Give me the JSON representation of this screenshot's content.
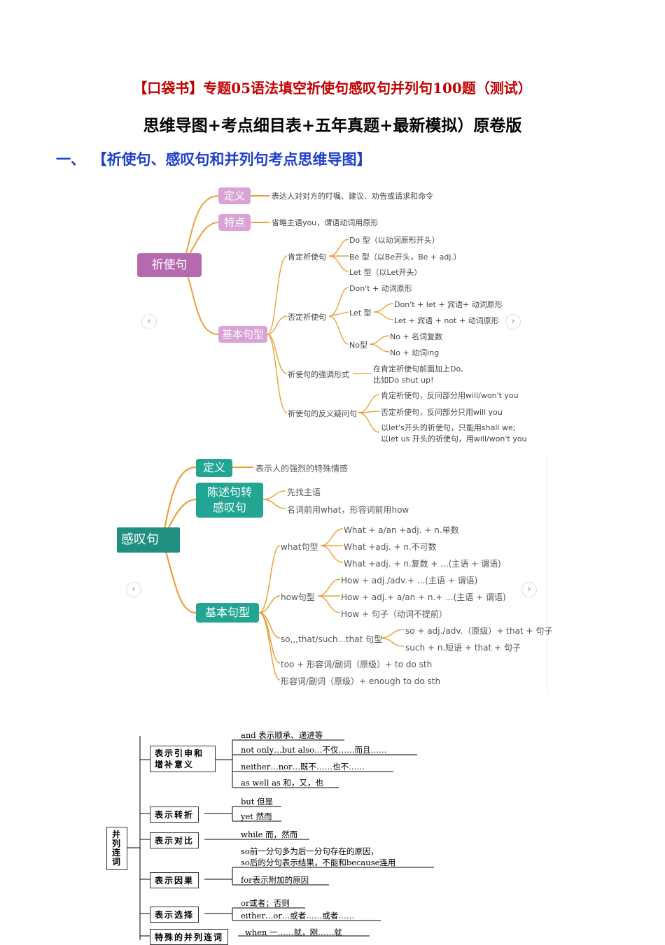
{
  "header": {
    "title_line1": "【口袋书】专题05语法填空祈使句感叹句并列句100题（测试）",
    "title_line2": "思维导图+考点细目表+五年真题+最新模拟）原卷版",
    "section_num": "一、",
    "section_title": "【祈使句、感叹句和并列句考点思维导图】"
  },
  "map1": {
    "root": "祈使句",
    "def_tag": "定义",
    "def_text": "表达人对对方的叮嘱、建议、劝告或请求和命令",
    "feat_tag": "特点",
    "feat_text": "省略主语you，谓语动词用原形",
    "basic_tag": "基本句型",
    "positive": "肯定祈使句",
    "pos_items": [
      "Do 型（以动词原形开头）",
      "Be 型（以Be开头，Be + adj.）",
      "Let 型（以Let开头）"
    ],
    "negative": "否定祈使句",
    "neg_dont": "Don't + 动词原形",
    "neg_let": "Let 型",
    "neg_let_items": [
      "Don't + let + 宾语+ 动词原形",
      "Let + 宾语 + not + 动词原形"
    ],
    "neg_no": "No型",
    "neg_no_items": [
      "No + 名词复数",
      "No + 动词ing"
    ],
    "emph": "祈使句的强调形式",
    "emph_text1": "在肯定祈使句前面加上Do,",
    "emph_text2": "比如Do shut up!",
    "tag": "祈使句的反义疑问句",
    "tag_items": [
      "肯定祈使句，反问部分用will/won't you",
      "否定祈使句，反问部分只用will you",
      "以let's开头的祈使句，只能用shall we;",
      "以let us 开头的祈使句，用will/won't you"
    ],
    "nav_left": "‹",
    "nav_right": "›"
  },
  "map2": {
    "root": "感叹句",
    "def_tag": "定义",
    "def_text": "表示人的强烈的特殊情感",
    "conv_tag1": "陈述句转",
    "conv_tag2": "感叹句",
    "conv_items": [
      "先找主语",
      "名词前用what，形容词前用how"
    ],
    "basic_tag": "基本句型",
    "what": "what句型",
    "what_items": [
      "What + a/an +adj. + n.单数",
      "What +adj. + n.不可数",
      "What +adj. + n.复数 + ...(主语 + 谓语)"
    ],
    "how": "how句型",
    "how_items": [
      "How + adj./adv.+ ...(主语 + 谓语)",
      "How + adj.+ a/an + n.+ ...(主语 + 谓语)",
      "How + 句子（动词不提前）"
    ],
    "so": "so,,,that/such...that 句型",
    "so_items": [
      "so + adj./adv.（原级）+ that + 句子",
      "such + n.短语 + that + 句子"
    ],
    "too": "too + 形容词/副词（原级）+ to do sth",
    "enough": "形容词/副词（原级）+ enough to do sth",
    "nav_left": "‹",
    "nav_right": "›"
  },
  "map3": {
    "root": "并列连词",
    "cat1": "表示引申和增补意义",
    "cat1_items": [
      "and 表示顺承、递进等",
      "not only…but also…不仅……而且……",
      "neither…nor…既不……也不……",
      "as well as 和，又，也"
    ],
    "cat2": "表示转折",
    "cat2_items": [
      "but 但是",
      "yet 然而"
    ],
    "cat3": "表示对比",
    "cat3_items": [
      "while 而，然而"
    ],
    "cat4": "表示因果",
    "cat4_items": [
      "so前一分句多为后一分句存在的原因，",
      "so后的分句表示结果，不能和because连用",
      "for表示附加的原因"
    ],
    "cat5": "表示选择",
    "cat5_items": [
      "or或者；否则",
      "either…or…或者……或者……"
    ],
    "cat6": "特殊的并列连词",
    "cat6_items": [
      "when 一……就，刚……就"
    ]
  }
}
